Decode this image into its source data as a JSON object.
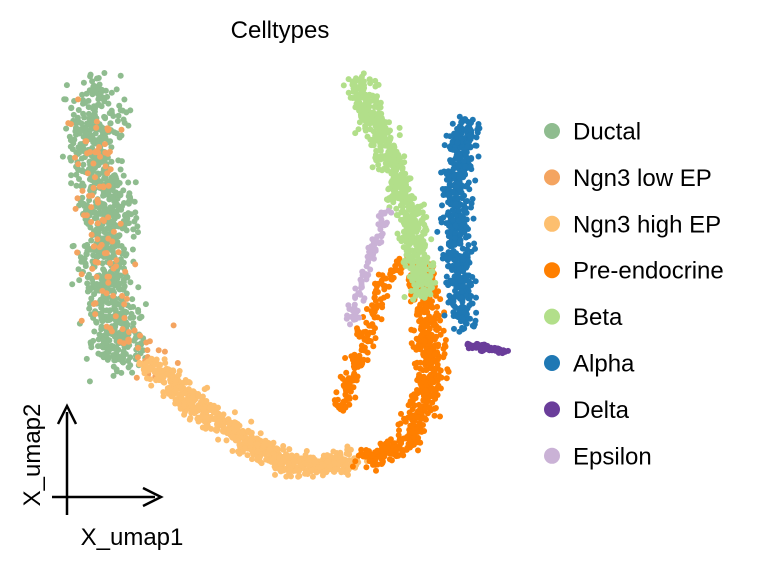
{
  "chart_data": {
    "type": "scatter",
    "title": "Celltypes",
    "xlabel": "X_umap1",
    "ylabel": "X_umap2",
    "grid": false,
    "legend_position": "right",
    "legend": [
      {
        "name": "Ductal",
        "color": "#8fbc8f"
      },
      {
        "name": "Ngn3 low EP",
        "color": "#f4a460"
      },
      {
        "name": "Ngn3 high EP",
        "color": "#fdbf6f"
      },
      {
        "name": "Pre-endocrine",
        "color": "#ff7f00"
      },
      {
        "name": "Beta",
        "color": "#b2df8a"
      },
      {
        "name": "Alpha",
        "color": "#1f78b4"
      },
      {
        "name": "Delta",
        "color": "#6a3d9a"
      },
      {
        "name": "Epsilon",
        "color": "#cab2d6"
      }
    ]
  }
}
